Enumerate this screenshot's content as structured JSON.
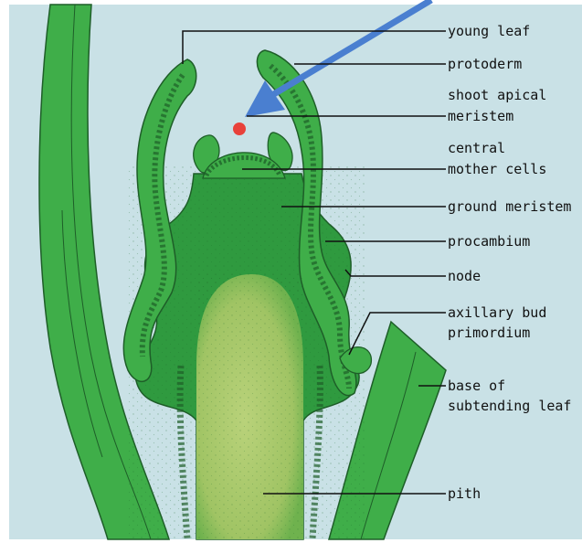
{
  "colors": {
    "background": "#c9e1e6",
    "frame": "#ffffff",
    "tissue_dark": "#2f9a3f",
    "tissue_mid": "#3fae49",
    "pith": "#a9c86a",
    "outline": "#1e5e28",
    "arrow": "#4a7fd0",
    "meristem_dot": "#e8413a",
    "leader_line": "#111111"
  },
  "labels": {
    "young_leaf": "young leaf",
    "protoderm": "protoderm",
    "shoot_apical_1": "shoot apical",
    "shoot_apical_2": "meristem",
    "central_mother_1": "central",
    "central_mother_2": "mother cells",
    "ground_meristem": "ground meristem",
    "procambium": "procambium",
    "node": "node",
    "axillary_bud_1": "axillary bud",
    "axillary_bud_2": "primordium",
    "base_subtending_1": "base of",
    "base_subtending_2": "subtending leaf",
    "pith": "pith"
  },
  "markers": {
    "arrow_icon": "pointer-arrow",
    "dot_icon": "red-dot"
  }
}
